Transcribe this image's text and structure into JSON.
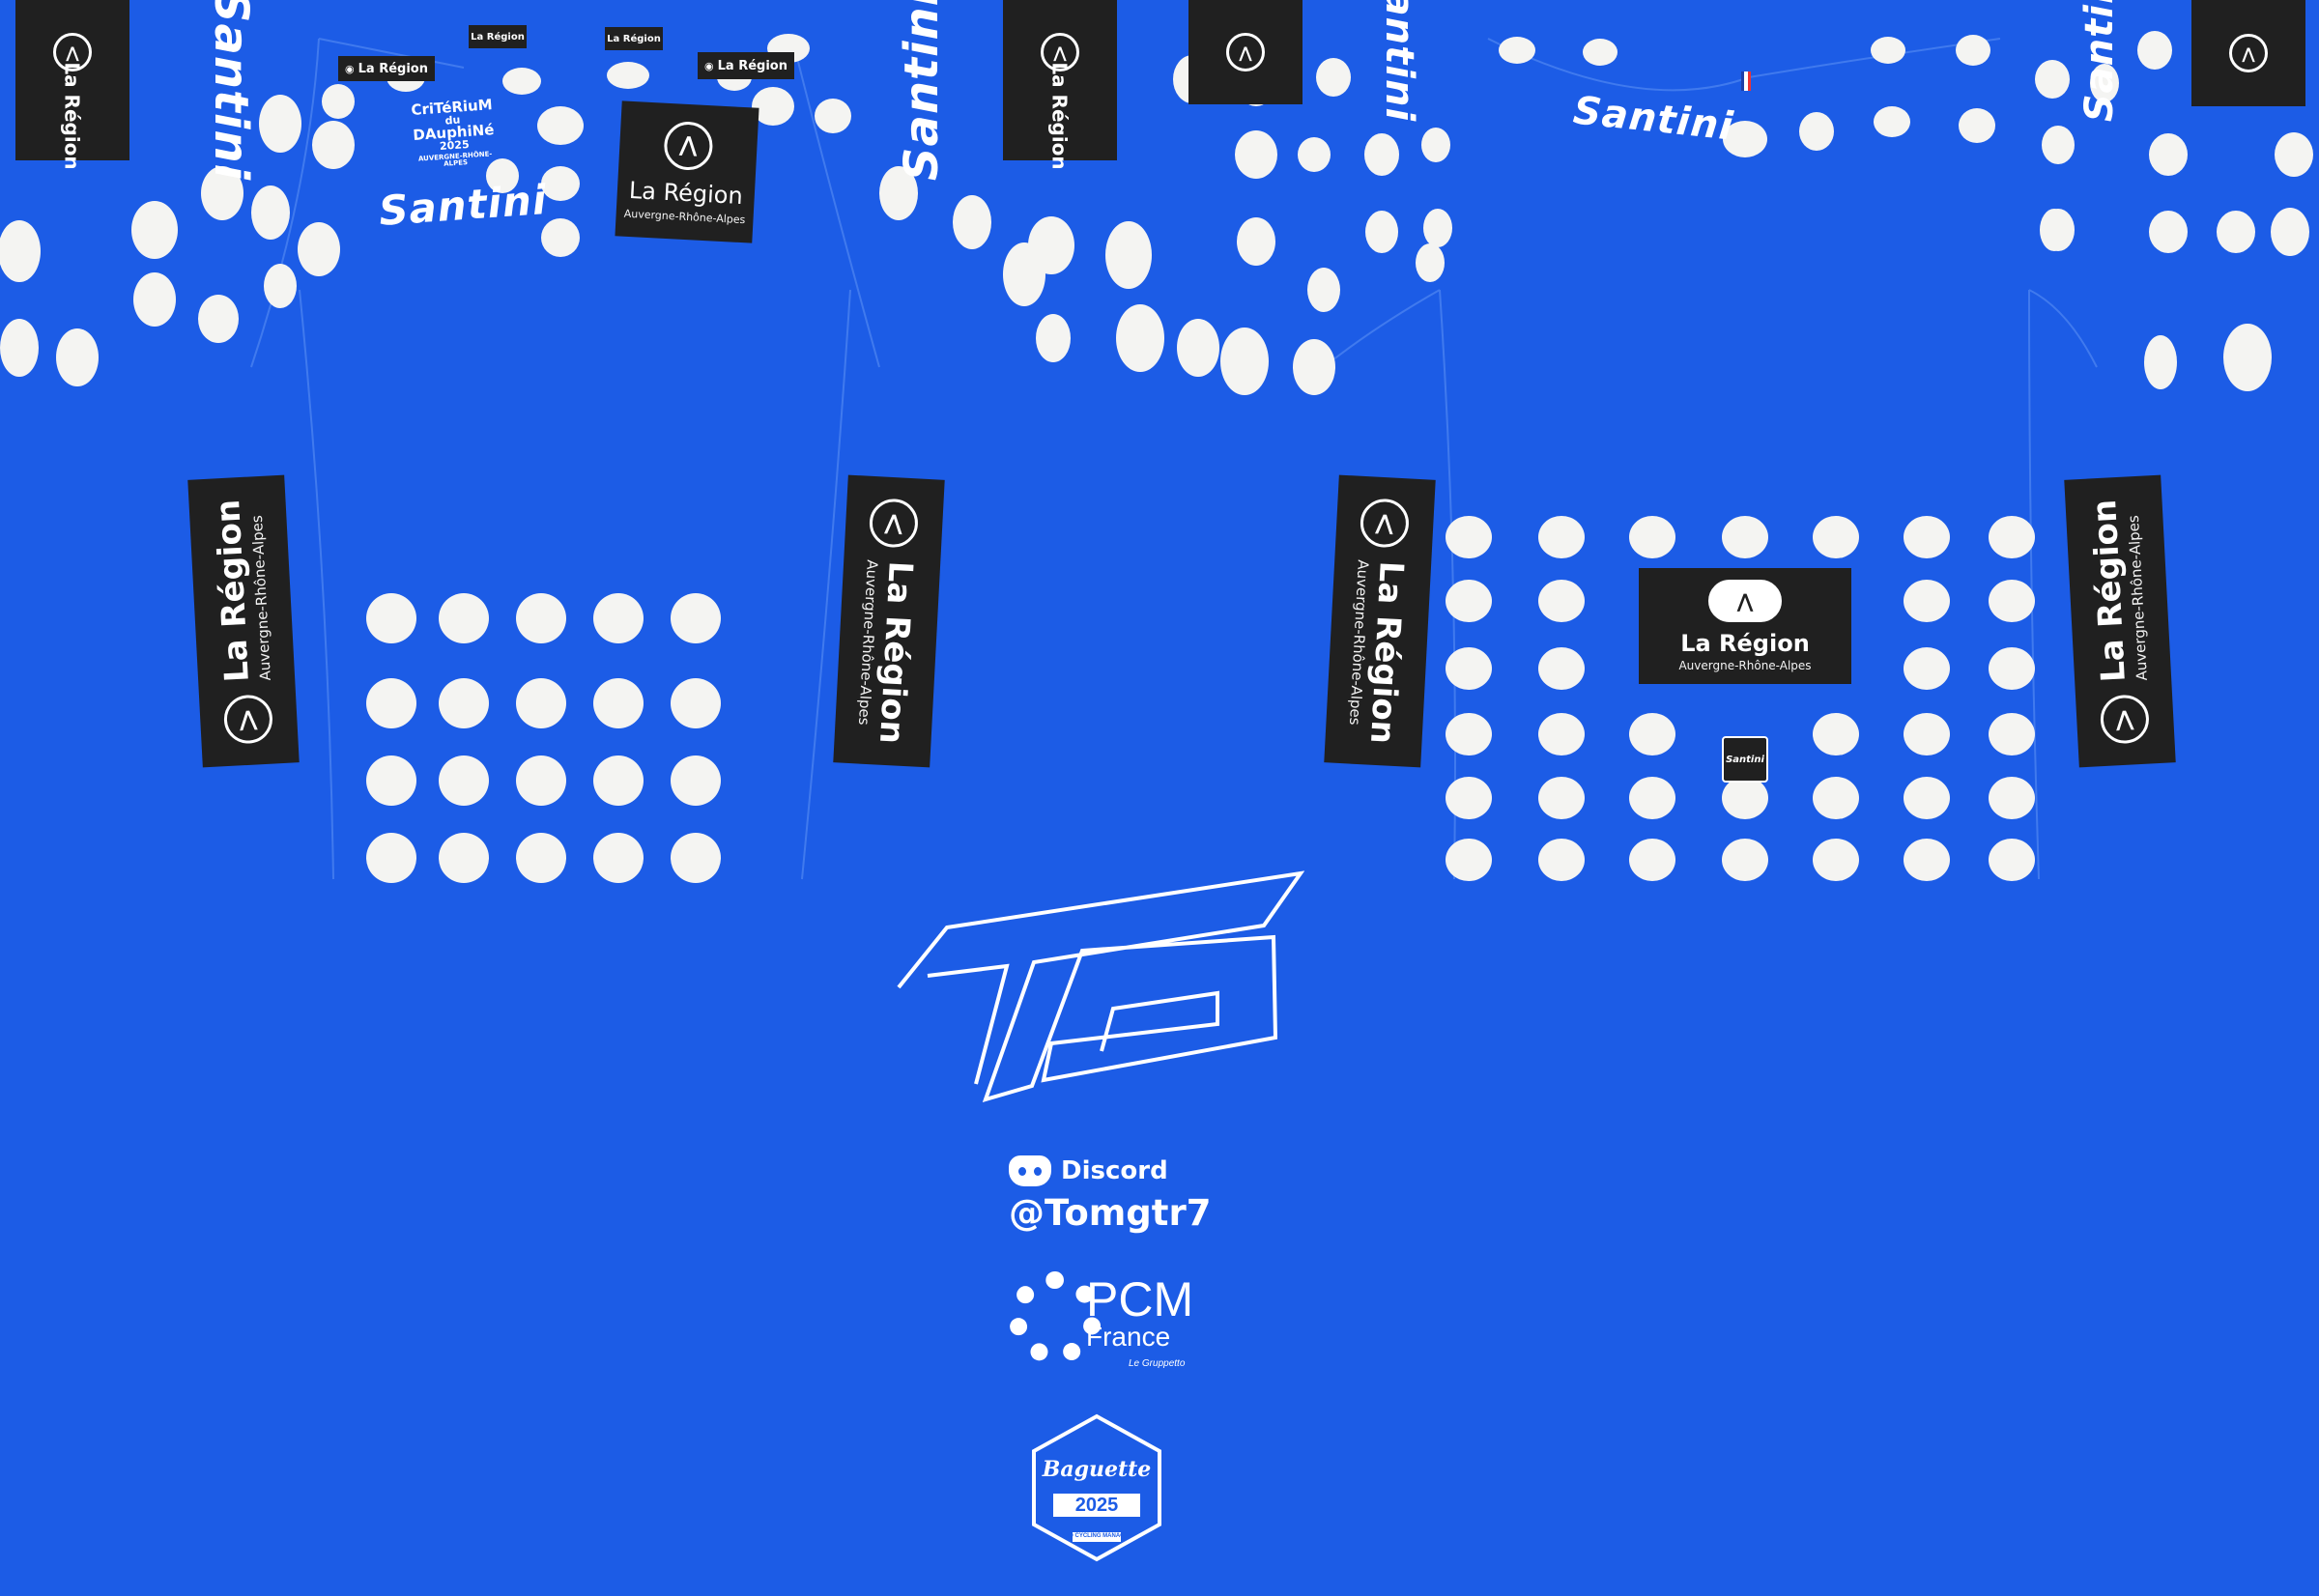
{
  "colors": {
    "background": "#1c5ce6",
    "dot": "#f4f4f2",
    "sponsor_bg": "#202020",
    "seam": "#4a82f0"
  },
  "sponsor": {
    "name": "La Région",
    "sub": "Auvergne-Rhône-Alpes"
  },
  "kit_brand": "Santini",
  "race_badge": {
    "line1": "CriTéRiuM",
    "line2": "du",
    "line3": "DAuphiNé",
    "year": "2025",
    "region": "AUVERGNE-RHÔNE-ALPES"
  },
  "designer_logo": {
    "letters": "TG"
  },
  "contact": {
    "platform": "Discord",
    "handle": "@Tomgtr7"
  },
  "community": {
    "name": "PCM",
    "sub": "France",
    "tagline": "Le Gruppetto"
  },
  "event_badge": {
    "title": "Baguette",
    "year": "2025",
    "footer": "PRO CYCLING MANAGER"
  },
  "icons": {
    "discord": "discord-icon",
    "flag": "france-flag-icon",
    "region_logo": "region-mountain-icon"
  }
}
